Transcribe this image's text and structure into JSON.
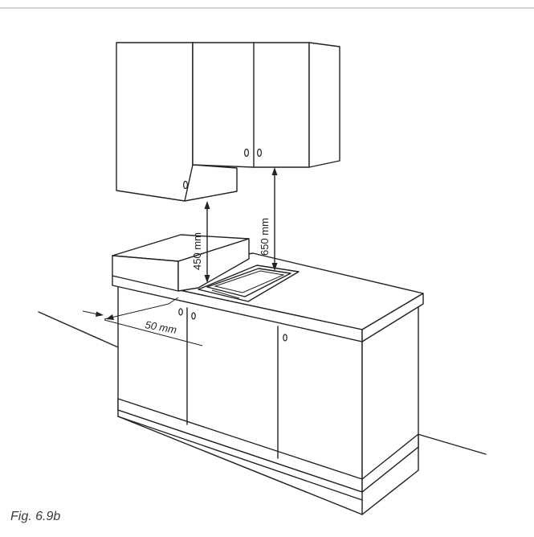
{
  "figure": {
    "caption": "Fig. 6.9b"
  },
  "dimensions": {
    "left_clearance": "450 mm",
    "right_clearance": "650 mm",
    "side_gap": "50 mm"
  },
  "colors": {
    "line": "#222222",
    "background": "#ffffff",
    "rule": "#d4d4d4",
    "caption": "#3a3a3a"
  }
}
